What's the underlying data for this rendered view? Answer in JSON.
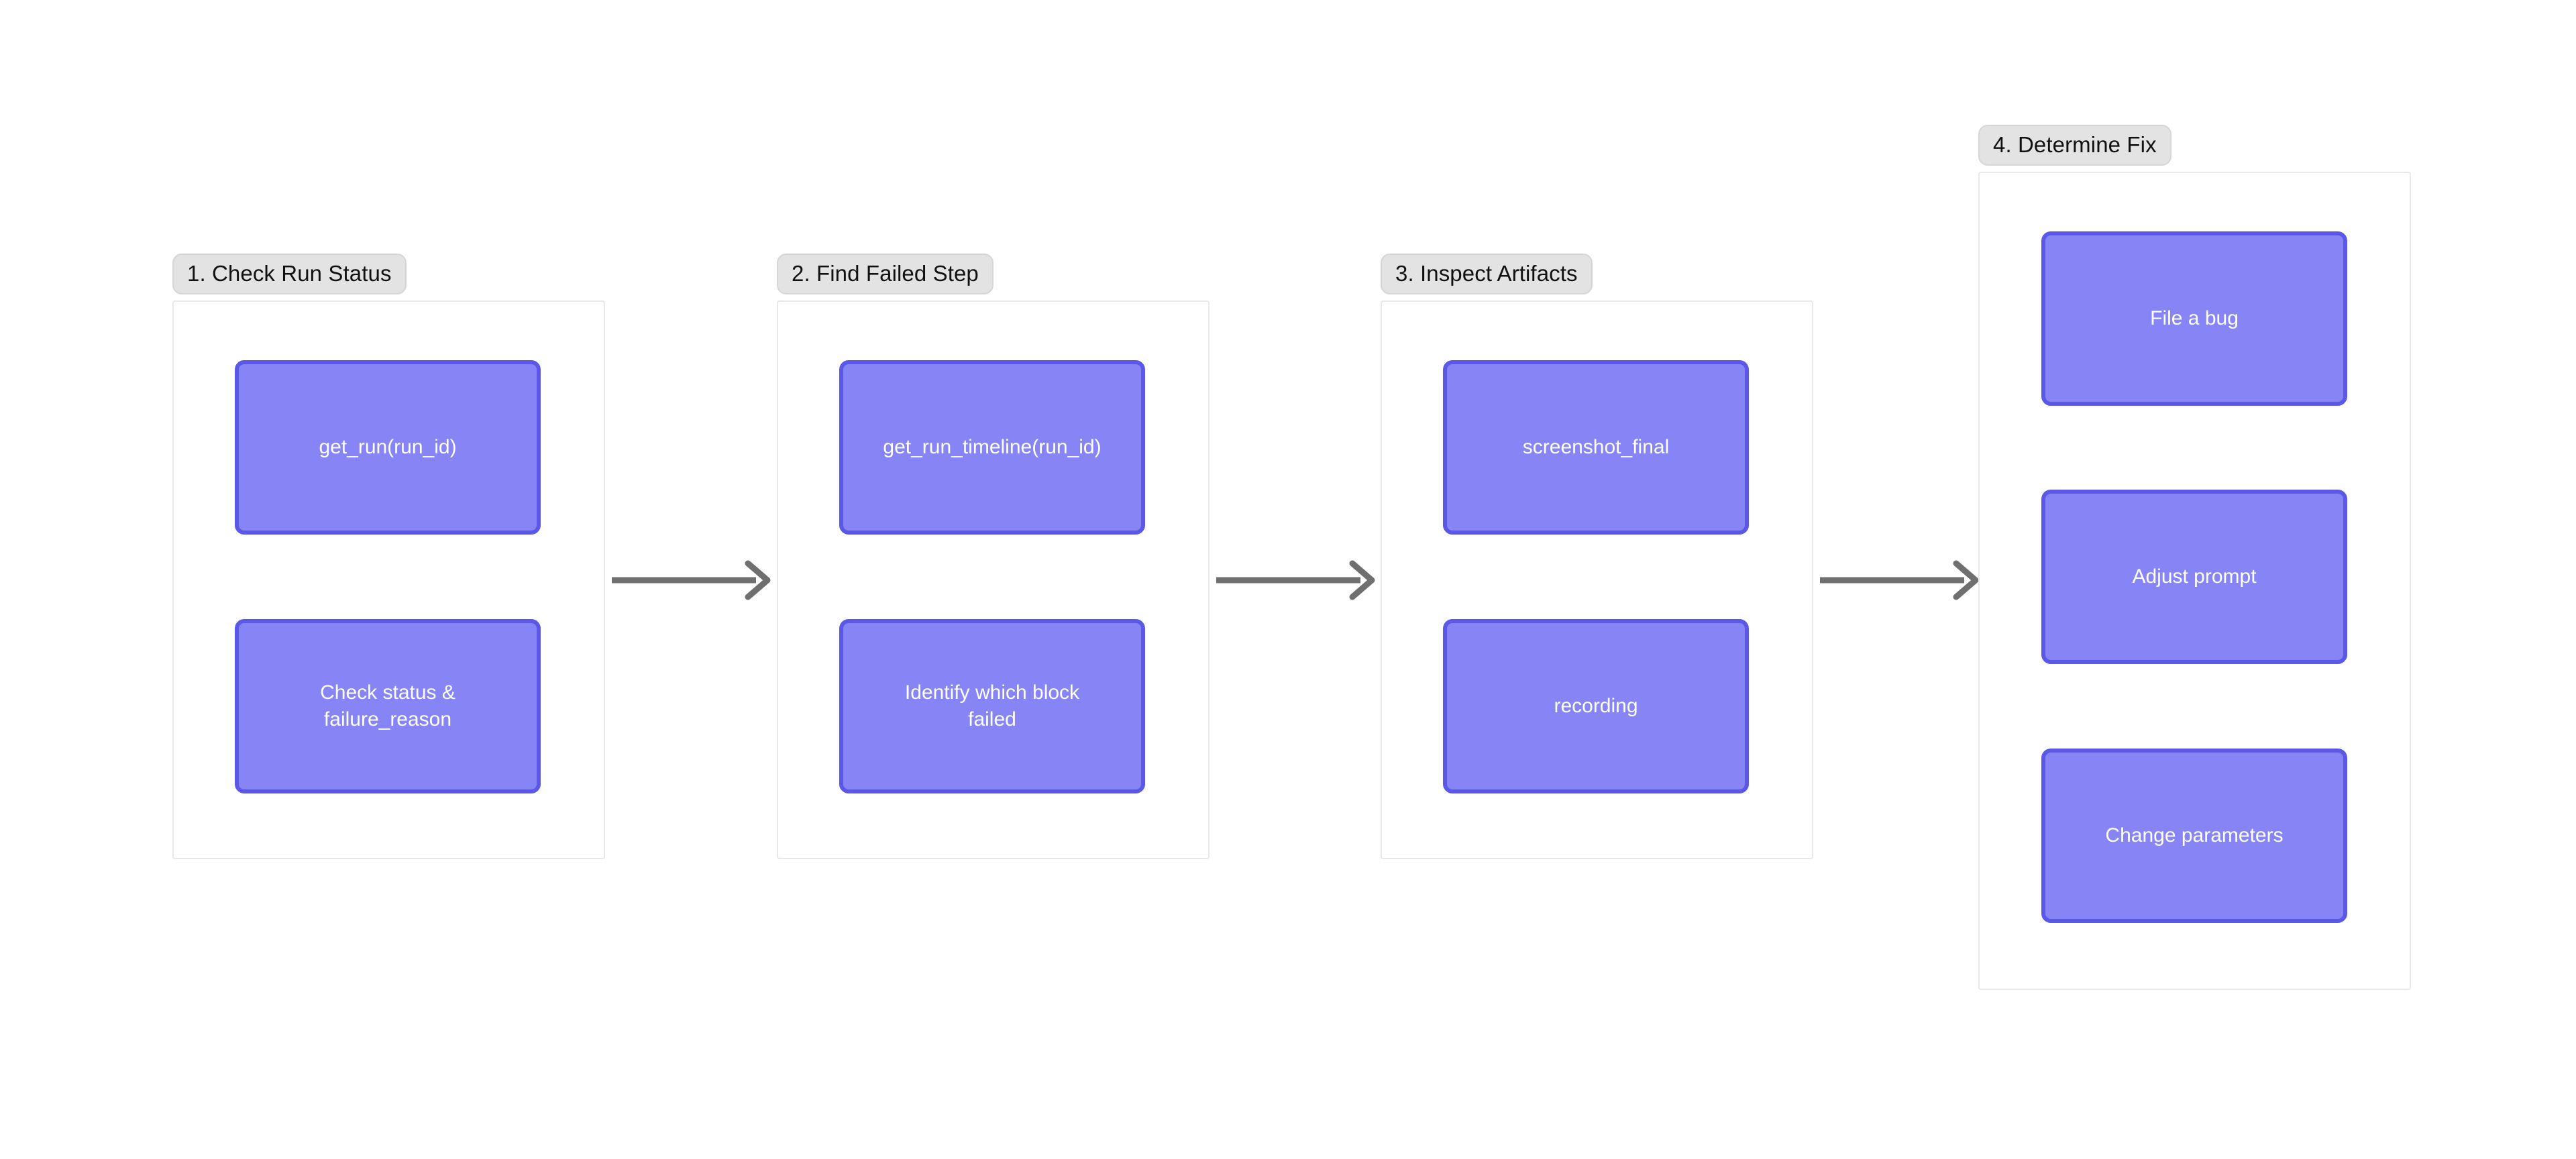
{
  "diagram": {
    "type": "flowchart",
    "orientation": "left-to-right",
    "background": "#ffffff",
    "node_fill": "#8785f5",
    "node_border": "#5b58e8",
    "node_text_color": "#ffffff",
    "cluster_border": "#e8e8e8",
    "cluster_label_fill": "#e3e3e3",
    "cluster_label_text": "#111111",
    "arrow_color": "#6f6f6f"
  },
  "clusters": [
    {
      "id": "check-run-status",
      "label": "1. Check Run Status",
      "nodes": [
        {
          "id": "get-run",
          "label": "get_run(run_id)"
        },
        {
          "id": "check-status",
          "label": "Check status &\nfailure_reason"
        }
      ]
    },
    {
      "id": "find-failed-step",
      "label": "2. Find Failed Step",
      "nodes": [
        {
          "id": "get-run-timeline",
          "label": "get_run_timeline(run_id)"
        },
        {
          "id": "identify-block",
          "label": "Identify which block\nfailed"
        }
      ]
    },
    {
      "id": "inspect-artifacts",
      "label": "3. Inspect Artifacts",
      "nodes": [
        {
          "id": "screenshot-final",
          "label": "screenshot_final"
        },
        {
          "id": "recording",
          "label": "recording"
        }
      ]
    },
    {
      "id": "determine-fix",
      "label": "4. Determine Fix",
      "nodes": [
        {
          "id": "file-a-bug",
          "label": "File a bug"
        },
        {
          "id": "adjust-prompt",
          "label": "Adjust prompt"
        },
        {
          "id": "change-parameters",
          "label": "Change parameters"
        }
      ]
    }
  ],
  "edges": [
    {
      "id": "edge-1-2",
      "from": "check-run-status",
      "to": "find-failed-step",
      "label": ""
    },
    {
      "id": "edge-2-3",
      "from": "find-failed-step",
      "to": "inspect-artifacts",
      "label": ""
    },
    {
      "id": "edge-3-4",
      "from": "inspect-artifacts",
      "to": "determine-fix",
      "label": ""
    }
  ]
}
